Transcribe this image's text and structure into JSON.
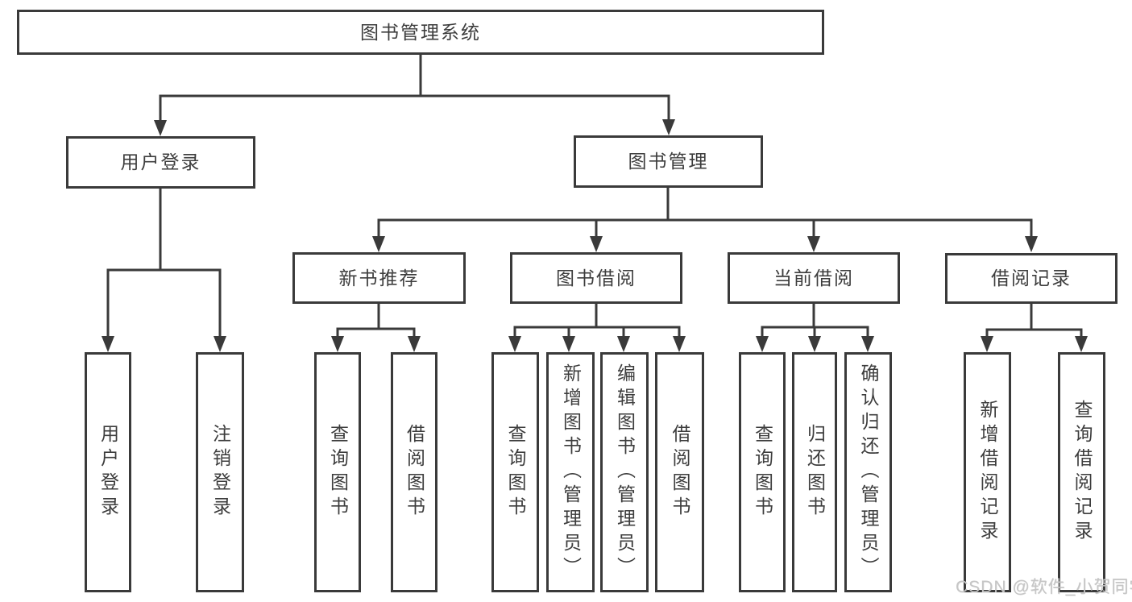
{
  "page": {
    "watermark": "CSDN @软件_小贺同学"
  },
  "colors": {
    "line": "#3a3a3a",
    "box_border": "#3a3a3a",
    "text": "#3d3d3d",
    "watermark": "#c6c6c6",
    "background": "#ffffff"
  },
  "diagram": {
    "type": "hierarchy-tree",
    "root": {
      "label": "图书管理系统",
      "children": [
        {
          "label": "用户登录",
          "children": [
            {
              "label": "用户登录"
            },
            {
              "label": "注销登录"
            }
          ]
        },
        {
          "label": "图书管理",
          "children": [
            {
              "label": "新书推荐",
              "children": [
                {
                  "label": "查询图书"
                },
                {
                  "label": "借阅图书"
                }
              ]
            },
            {
              "label": "图书借阅",
              "children": [
                {
                  "label": "查询图书"
                },
                {
                  "label": "新增图书（管理员）"
                },
                {
                  "label": "编辑图书（管理员）"
                },
                {
                  "label": "借阅图书"
                }
              ]
            },
            {
              "label": "当前借阅",
              "children": [
                {
                  "label": "查询图书"
                },
                {
                  "label": "归还图书"
                },
                {
                  "label": "确认归还（管理员）"
                }
              ]
            },
            {
              "label": "借阅记录",
              "children": [
                {
                  "label": "新增借阅记录"
                },
                {
                  "label": "查询借阅记录"
                }
              ]
            }
          ]
        }
      ]
    }
  }
}
